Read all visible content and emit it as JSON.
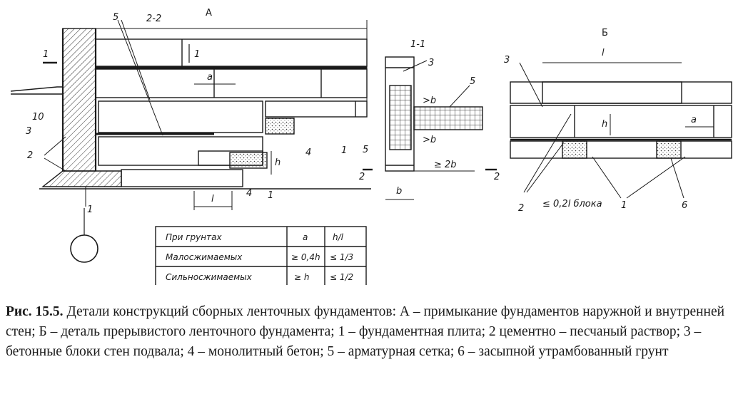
{
  "figure": {
    "caption_label": "Рис. 15.5.",
    "caption_text": " Детали конструкций сборных ленточных фундаментов: А – примыкание фундаментов наружной и внутренней стен; Б – деталь прерывистого ленточного фундамента; 1 – фундаментная плита; 2 цементно – песчаный раствор; 3 – бетонные блоки стен подвала; 4 – монолитный бетон; 5 – арматурная сетка; 6 – засыпной утрамбованный грунт"
  },
  "view_a": {
    "title": "А",
    "section_22": "2-2",
    "label_5": "5",
    "label_1a": "1",
    "label_1b": "1",
    "label_a": "a",
    "label_10": "10",
    "label_3": "3",
    "label_2": "2",
    "label_4a": "4",
    "label_4b": "4",
    "label_1c": "1",
    "label_1d": "1",
    "label_l": "l",
    "label_h": "h",
    "label_1e": "1"
  },
  "section_11": {
    "title": "1-1",
    "label_3": "3",
    "label_5a": "5",
    "label_5b": "5",
    "label_b1": ">b",
    "label_b2": ">b",
    "label_2b": "≥ 2b",
    "label_b": "b",
    "label_2a": "2",
    "label_2b_mark": "2"
  },
  "view_b": {
    "title": "Б",
    "label_l": "l",
    "label_3": "3",
    "label_h": "h",
    "label_a": "a",
    "label_2": "2",
    "label_02l": "≤ 0,2l блока",
    "label_1": "1",
    "label_6": "6"
  },
  "table": {
    "headers": [
      "При грунтах",
      "a",
      "h/l"
    ],
    "rows": [
      [
        "Малосжимаемых",
        "≥ 0,4h",
        "≤ 1/3"
      ],
      [
        "Сильносжимаемых",
        "≥ h",
        "≤ 1/2"
      ]
    ]
  }
}
